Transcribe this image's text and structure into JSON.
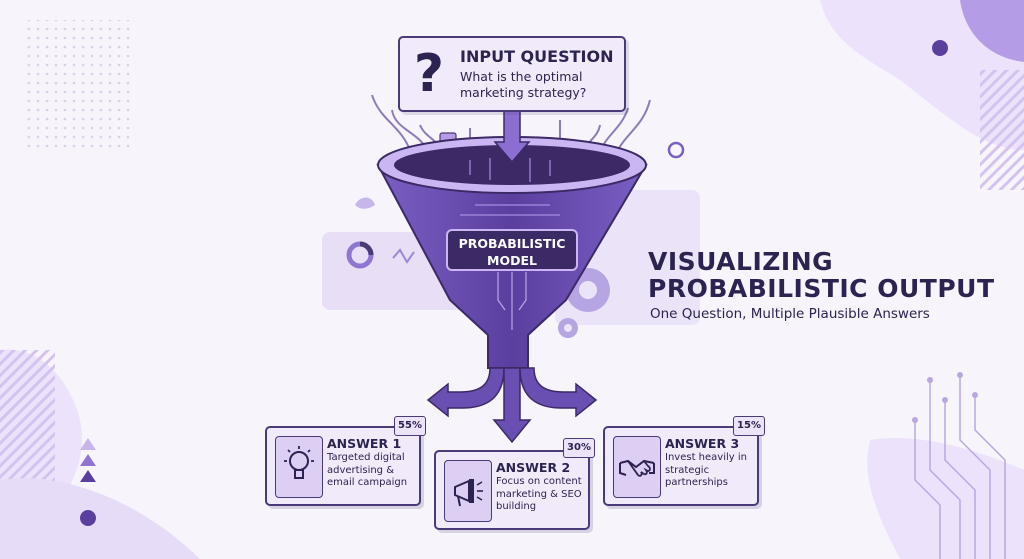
{
  "input": {
    "title": "INPUT QUESTION",
    "question": "What is the optimal marketing strategy?",
    "icon": "question-mark-icon"
  },
  "model": {
    "label": "PROBABILISTIC MODEL"
  },
  "heading": {
    "line1": "VISUALIZING",
    "line2": "PROBABILISTIC OUTPUT",
    "subtitle": "One Question, Multiple Plausible Answers"
  },
  "answers": [
    {
      "title": "ANSWER 1",
      "text": "Targeted digital advertising & email campaign",
      "percent": "55%",
      "icon": "lightbulb-icon"
    },
    {
      "title": "ANSWER 2",
      "text": "Focus on content marketing & SEO building",
      "percent": "30%",
      "icon": "megaphone-icon"
    },
    {
      "title": "ANSWER 3",
      "text": "Invest heavily in strategic partnerships",
      "percent": "15%",
      "icon": "handshake-icon"
    }
  ],
  "colors": {
    "dark_purple": "#2d2350",
    "funnel_purple": "#6a4fb3",
    "light_purple": "#dccff3",
    "background": "#f7f4fb"
  }
}
